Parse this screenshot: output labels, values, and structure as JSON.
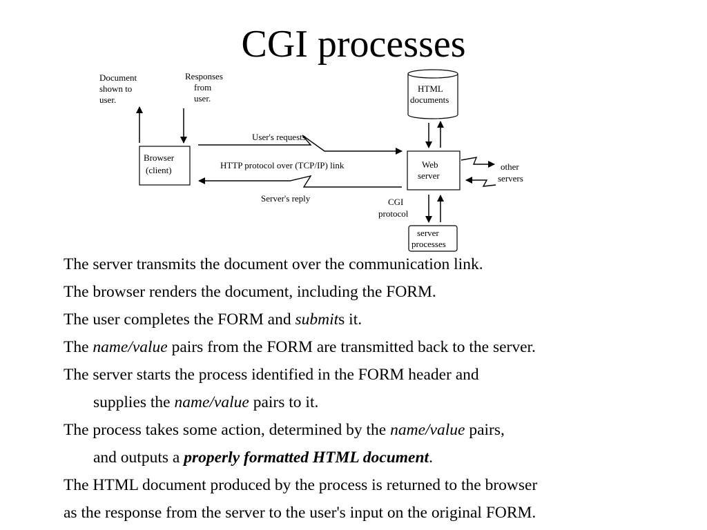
{
  "title": "CGI processes",
  "diagram": {
    "doc_shown": [
      "Document",
      "shown to",
      "user."
    ],
    "responses": [
      "Responses",
      "from",
      "user."
    ],
    "browser": [
      "Browser",
      "(client)"
    ],
    "users_requests": "User's requests",
    "http_link": "HTTP protocol over (TCP/IP) link",
    "servers_reply": "Server's reply",
    "html_docs": [
      "HTML",
      "documents"
    ],
    "web_server": [
      "Web",
      "server"
    ],
    "other_servers": [
      "other",
      "servers"
    ],
    "cgi_protocol": [
      "CGI",
      "protocol"
    ],
    "server_processes": [
      "server",
      "processes"
    ]
  },
  "notes": {
    "l1": "The server transmits the document over the communication link.",
    "l2": "The browser renders the document, including the FORM.",
    "l3a": "The user completes the FORM and ",
    "l3b": "submit",
    "l3c": "s it.",
    "l4a": "The ",
    "l4b": "name/value",
    "l4c": " pairs from the FORM are transmitted back to the server.",
    "l5": "The server starts the process identified in the FORM header and",
    "l6a": "supplies the ",
    "l6b": "name/value",
    "l6c": " pairs to it.",
    "l7a": "The process takes some action, determined by the ",
    "l7b": "name/value",
    "l7c": " pairs,",
    "l8a": "and outputs a ",
    "l8b": "properly formatted HTML document",
    "l8c": ".",
    "l9": "The HTML document produced by the process is returned to the browser",
    "l10": "as the response from the server to the user's input on the original FORM."
  }
}
